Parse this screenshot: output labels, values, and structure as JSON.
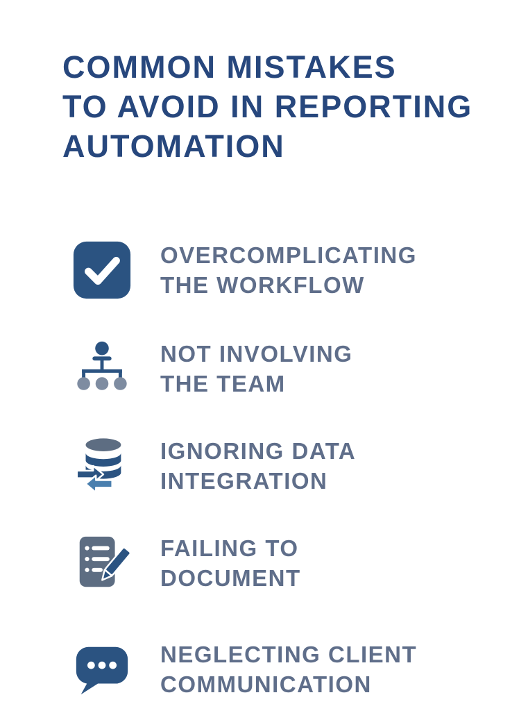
{
  "title": {
    "lines": [
      "COMMON MISTAKES",
      "TO AVOID IN REPORTING",
      "AUTOMATION"
    ]
  },
  "items": [
    {
      "icon": "checkmark-icon",
      "line1": "OVERCOMPLICATING",
      "line2": "THE WORKFLOW"
    },
    {
      "icon": "team-hierarchy-icon",
      "line1": "NOT INVOLVING",
      "line2": "THE TEAM"
    },
    {
      "icon": "database-sync-icon",
      "line1": "IGNORING DATA",
      "line2": "INTEGRATION"
    },
    {
      "icon": "document-pencil-icon",
      "line1": "FAILING TO",
      "line2": "DOCUMENT"
    },
    {
      "icon": "chat-bubble-icon",
      "line1": "NEGLECTING CLIENT",
      "line2": "COMMUNICATION"
    }
  ],
  "colors": {
    "background": "#ffffff",
    "title_text": "#27477d",
    "item_text": "#5f6e8a",
    "icon_navy": "#2b5381",
    "icon_gray": "#5d6d82",
    "icon_light_gray": "#7e8ca1",
    "icon_steel_blue": "#4a7fae",
    "icon_glyph": "#ffffff"
  }
}
